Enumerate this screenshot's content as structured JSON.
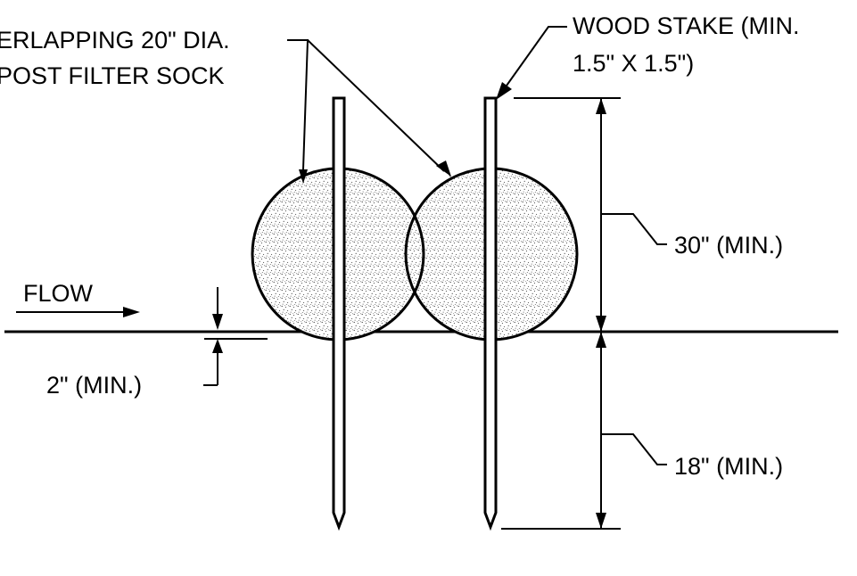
{
  "labels": {
    "sock_line1": "ERLAPPING 20\" DIA.",
    "sock_line2": "POST FILTER SOCK",
    "stake_line1": "WOOD STAKE (MIN.",
    "stake_line2": "1.5\" X 1.5\")",
    "height_above": "30\" (MIN.)",
    "depth_below": "18\" (MIN.)",
    "embed": "2\" (MIN.)",
    "flow": "FLOW"
  },
  "colors": {
    "ink": "#000000",
    "fill": "#ffffff",
    "stipple": "#3a3a3a"
  }
}
